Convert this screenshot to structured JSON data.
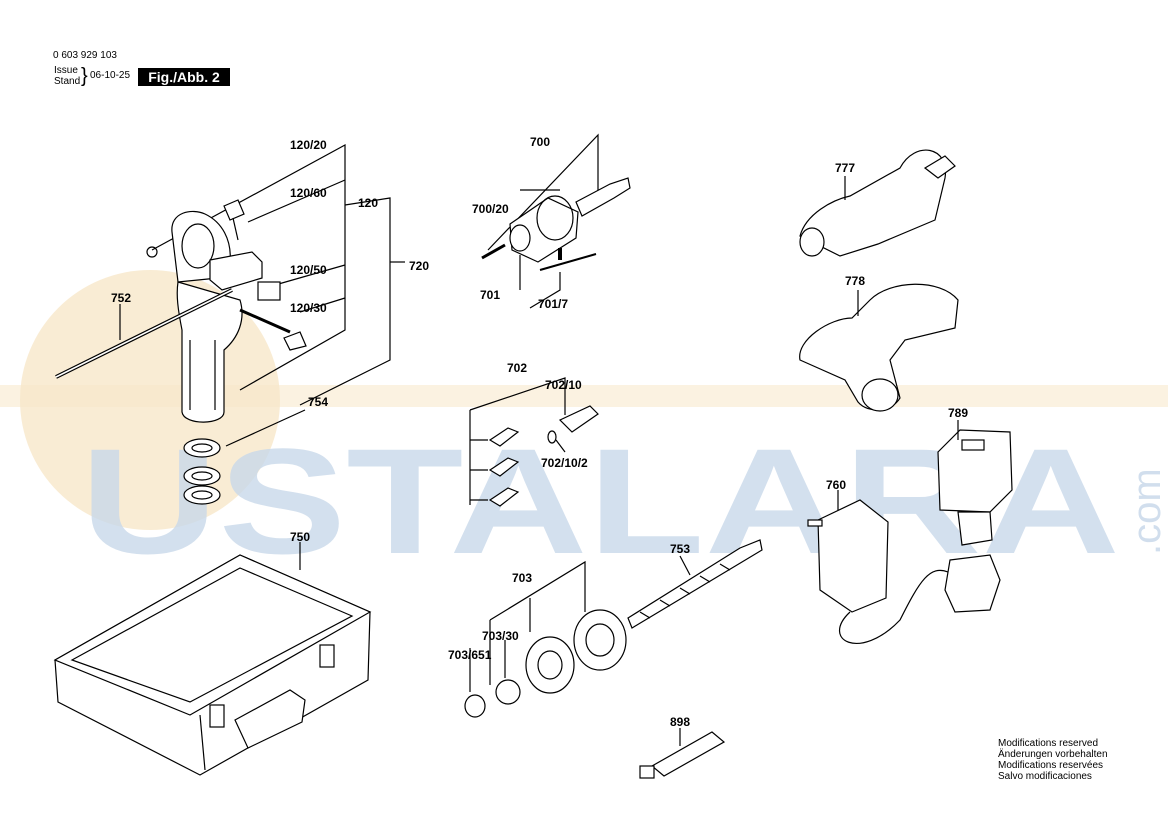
{
  "header": {
    "part_number": "0 603 929 103",
    "issue_label": "Issue",
    "stand_label": "Stand",
    "brace": "}",
    "date": "06-10-25",
    "figure": "Fig./Abb. 2"
  },
  "watermark": {
    "text": "USTALARA",
    "suffix": ".com",
    "colors": {
      "letters": "#c9d9ea",
      "orb": "#f7e7c9"
    }
  },
  "callouts": {
    "c120_20": "120/20",
    "c120_60": "120/60",
    "c120": "120",
    "c720": "720",
    "c120_50": "120/50",
    "c120_30": "120/30",
    "c752": "752",
    "c754": "754",
    "c700": "700",
    "c700_20": "700/20",
    "c701": "701",
    "c701_7": "701/7",
    "c777": "777",
    "c778": "778",
    "c702": "702",
    "c702_10": "702/10",
    "c702_10_2": "702/10/2",
    "c789": "789",
    "c760": "760",
    "c750": "750",
    "c753": "753",
    "c703": "703",
    "c703_30": "703/30",
    "c703_651": "703/651",
    "c898": "898"
  },
  "notes": [
    "Modifications reserved",
    "Änderungen vorbehalten",
    "Modifications reservées",
    "Salvo modificaciones"
  ]
}
